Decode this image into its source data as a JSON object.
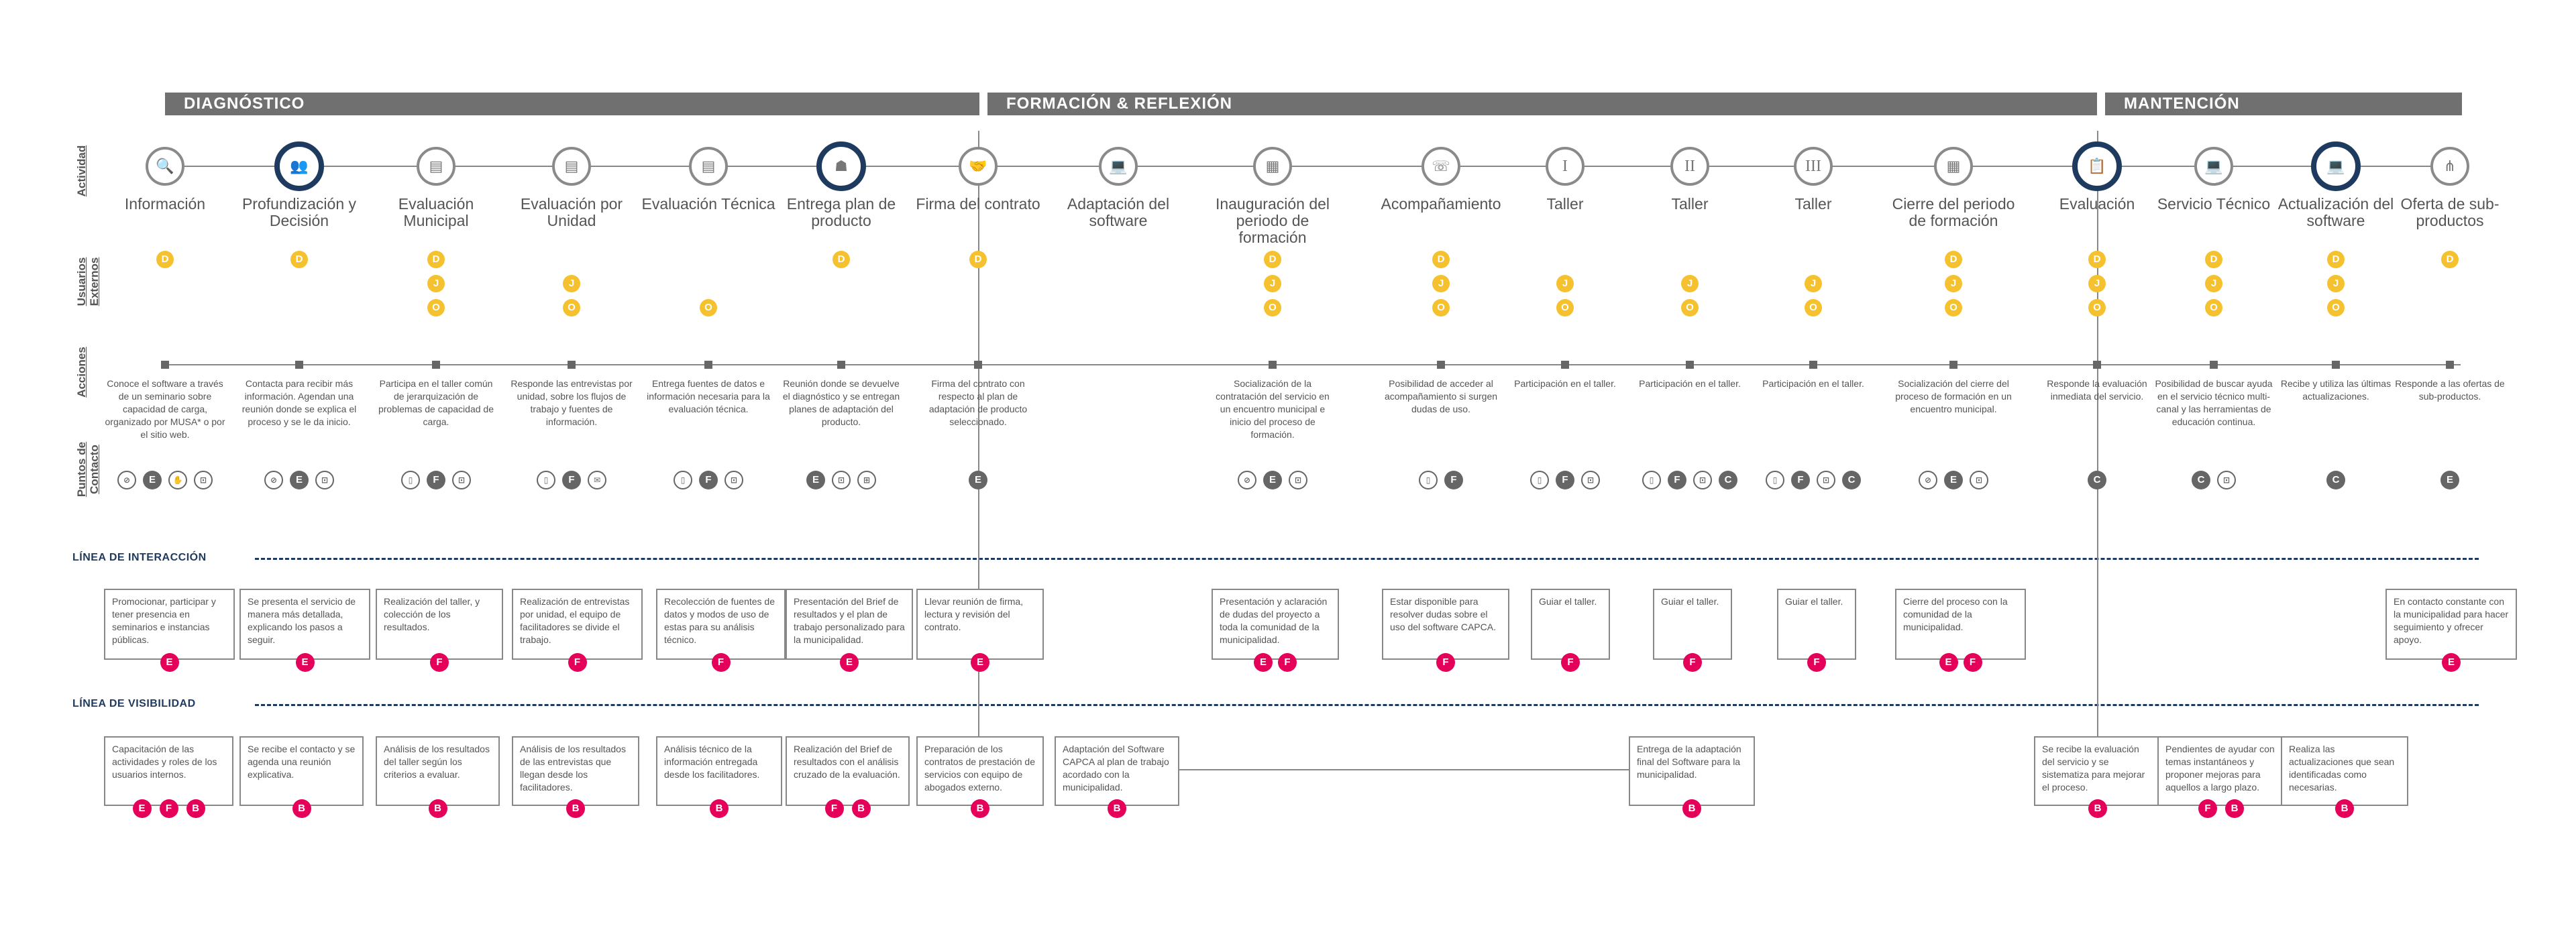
{
  "phases": [
    "DIAGNÓSTICO",
    "FORMACIÓN & REFLEXIÓN",
    "MANTENCIÓN"
  ],
  "row_labels": {
    "actividad": "Actividad",
    "usuarios": "Usuarios Externos",
    "acciones": "Acciones",
    "puntos": "Puntos de Contacto"
  },
  "lines": {
    "interaccion": "LÍNEA DE INTERACCIÓN",
    "visibilidad": "LÍNEA DE VISIBILIDAD"
  },
  "stages": [
    {
      "title": "Información",
      "icon": "search-icon",
      "dark": false,
      "users": [
        "D"
      ],
      "action": "Conoce el software a través de un seminario sobre capacidad de carga, organizado por MUSA* o por el sitio web.",
      "touch": [
        "tag-icon",
        "E",
        "hand-icon",
        "car-icon"
      ]
    },
    {
      "title": "Profundización y Decisión",
      "icon": "people-icon",
      "dark": true,
      "users": [
        "D"
      ],
      "action": "Contacta para recibir más información. Agendan una reunión donde se explica el proceso y se le da inicio.",
      "touch": [
        "tag-icon",
        "E",
        "car-icon"
      ]
    },
    {
      "title": "Evaluación Municipal",
      "icon": "document-icon",
      "dark": false,
      "users": [
        "D",
        "J",
        "O"
      ],
      "action": "Participa en el taller común de jerarquización de problemas de capacidad de carga.",
      "touch": [
        "doc-icon",
        "F",
        "car-icon"
      ]
    },
    {
      "title": "Evaluación por Unidad",
      "icon": "document-icon",
      "dark": false,
      "users": [
        "J",
        "O"
      ],
      "action": "Responde las entrevistas por unidad, sobre los flujos de trabajo y fuentes de información.",
      "touch": [
        "doc-icon",
        "F",
        "chat-icon"
      ]
    },
    {
      "title": "Evaluación Técnica",
      "icon": "document-icon",
      "dark": false,
      "users": [
        "O"
      ],
      "action": "Entrega fuentes de datos e información necesaria para la evaluación técnica.",
      "touch": [
        "doc-icon",
        "F",
        "car-icon"
      ]
    },
    {
      "title": "Entrega plan de producto",
      "icon": "presentation-icon",
      "dark": true,
      "users": [
        "D"
      ],
      "action": "Reunión donde se devuelve el diagnóstico y se entregan planes de adaptación del producto.",
      "touch": [
        "E",
        "car-icon",
        "grid-icon"
      ]
    },
    {
      "title": "Firma del contrato",
      "icon": "handshake-icon",
      "dark": false,
      "users": [
        "D"
      ],
      "action": "Firma del contrato con respecto al plan de adaptación de producto seleccionado.",
      "touch": [
        "E"
      ]
    },
    {
      "title": "Adaptación del software",
      "icon": "laptop-icon",
      "dark": false,
      "users": [],
      "action": "",
      "touch": []
    },
    {
      "title": "Inauguración del periodo de formación",
      "icon": "board-icon",
      "dark": false,
      "users": [
        "D",
        "J",
        "O"
      ],
      "action": "Socialización de la contratación del servicio en un encuentro municipal e inicio del proceso de formación.",
      "touch": [
        "tag-icon",
        "E",
        "car-icon"
      ]
    },
    {
      "title": "Acompañamiento",
      "icon": "support-icon",
      "dark": false,
      "users": [
        "D",
        "J",
        "O"
      ],
      "action": "Posibilidad de acceder al acompañamiento si surgen dudas de uso.",
      "touch": [
        "doc-icon",
        "F"
      ]
    },
    {
      "title": "Taller",
      "icon": "roman-1",
      "dark": false,
      "users": [
        "J",
        "O"
      ],
      "action": "Participación en el taller.",
      "touch": [
        "doc-icon",
        "F",
        "car-icon"
      ]
    },
    {
      "title": "Taller",
      "icon": "roman-2",
      "dark": false,
      "users": [
        "J",
        "O"
      ],
      "action": "Participación en el taller.",
      "touch": [
        "doc-icon",
        "F",
        "car-icon",
        "C"
      ]
    },
    {
      "title": "Taller",
      "icon": "roman-3",
      "dark": false,
      "users": [
        "J",
        "O"
      ],
      "action": "Participación en el taller.",
      "touch": [
        "doc-icon",
        "F",
        "car-icon",
        "C"
      ]
    },
    {
      "title": "Cierre del periodo de formación",
      "icon": "board-icon",
      "dark": false,
      "users": [
        "D",
        "J",
        "O"
      ],
      "action": "Socialización del cierre del proceso de formación en un encuentro municipal.",
      "touch": [
        "tag-icon",
        "E",
        "car-icon"
      ]
    },
    {
      "title": "Evaluación",
      "icon": "clipboard-icon",
      "dark": true,
      "users": [
        "D",
        "J",
        "O"
      ],
      "action": "Responde la evaluación inmediata del servicio.",
      "touch": [
        "C"
      ]
    },
    {
      "title": "Servicio Técnico",
      "icon": "laptop-icon",
      "dark": false,
      "users": [
        "D",
        "J",
        "O"
      ],
      "action": "Posibilidad de buscar ayuda en el servicio técnico multi-canal y las herramientas de educación continua.",
      "touch": [
        "C",
        "car-icon"
      ]
    },
    {
      "title": "Actualización del software",
      "icon": "laptop-icon",
      "dark": true,
      "users": [
        "D",
        "J",
        "O"
      ],
      "action": "Recibe y utiliza las últimas actualizaciones.",
      "touch": [
        "C"
      ]
    },
    {
      "title": "Oferta de sub-productos",
      "icon": "share-icon",
      "dark": false,
      "users": [
        "D"
      ],
      "action": "Responde a las ofertas de sub-productos.",
      "touch": [
        "E"
      ]
    }
  ],
  "front_boxes": [
    {
      "text": "Promocionar, participar y tener presencia en seminarios e instancias públicas.",
      "badges": [
        "E"
      ]
    },
    {
      "text": "Se presenta el servicio de manera más detallada, explicando los pasos a seguir.",
      "badges": [
        "E"
      ]
    },
    {
      "text": "Realización del taller, y colección de los resultados.",
      "badges": [
        "F"
      ]
    },
    {
      "text": "Realización de entrevistas por unidad, el equipo de facilitadores se divide el trabajo.",
      "badges": [
        "F"
      ]
    },
    {
      "text": "Recolección de fuentes de datos y modos de uso de estas para su análisis técnico.",
      "badges": [
        "F"
      ]
    },
    {
      "text": "Presentación del Brief de resultados y el plan de trabajo personalizado para la municipalidad.",
      "badges": [
        "E"
      ]
    },
    {
      "text": "Llevar reunión de firma, lectura y revisión del contrato.",
      "badges": [
        "E"
      ]
    },
    {
      "text": "Presentación y aclaración de dudas del proyecto a toda la comunidad de la municipalidad.",
      "badges": [
        "E",
        "F"
      ]
    },
    {
      "text": "Estar disponible para resolver dudas sobre el uso del software CAPCA.",
      "badges": [
        "F"
      ]
    },
    {
      "text": "Guiar el taller.",
      "badges": [
        "F"
      ]
    },
    {
      "text": "Guiar el taller.",
      "badges": [
        "F"
      ]
    },
    {
      "text": "Guiar el taller.",
      "badges": [
        "F"
      ]
    },
    {
      "text": "Cierre del proceso con la comunidad de la municipalidad.",
      "badges": [
        "E",
        "F"
      ]
    },
    {
      "text": "En contacto constante con la municipalidad para hacer seguimiento y ofrecer apoyo.",
      "badges": [
        "E"
      ]
    }
  ],
  "back_boxes": [
    {
      "text": "Capacitación de las actividades y roles de los usuarios internos.",
      "badges": [
        "E",
        "F",
        "B"
      ]
    },
    {
      "text": "Se recibe el contacto y se agenda una reunión explicativa.",
      "badges": [
        "B"
      ]
    },
    {
      "text": "Análisis de los resultados del taller según los criterios a evaluar.",
      "badges": [
        "B"
      ]
    },
    {
      "text": "Análisis de los resultados de las entrevistas que llegan desde los facilitadores.",
      "badges": [
        "B"
      ]
    },
    {
      "text": "Análisis técnico de la información entregada desde los facilitadores.",
      "badges": [
        "B"
      ]
    },
    {
      "text": "Realización del Brief de resultados con el análisis cruzado de la evaluación.",
      "badges": [
        "F",
        "B"
      ]
    },
    {
      "text": "Preparación de los contratos de prestación de servicios con equipo de abogados externo.",
      "badges": [
        "B"
      ]
    },
    {
      "text": "Adaptación del Software CAPCA al plan de trabajo acordado con la municipalidad.",
      "badges": [
        "B"
      ]
    },
    {
      "text": "Entrega de la adaptación final del Software para la municipalidad.",
      "badges": [
        "B"
      ]
    },
    {
      "text": "Se recibe la evaluación del servicio y se sistematiza para mejorar el proceso.",
      "badges": [
        "B"
      ]
    },
    {
      "text": "Pendientes de ayudar con temas instantáneos y proponer mejoras para aquellos a largo plazo.",
      "badges": [
        "F",
        "B"
      ]
    },
    {
      "text": "Realiza las actualizaciones que sean identificadas como necesarias.",
      "badges": [
        "B"
      ]
    }
  ]
}
